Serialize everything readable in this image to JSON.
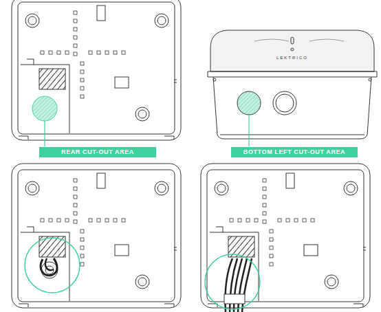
{
  "diagram": {
    "nodes": [
      {
        "text": [
          "REAR CUT-OUT AREA"
        ]
      },
      {
        "text": [
          "BOTTOM LEFT CUT-OUT AREA"
        ]
      }
    ],
    "labels": [
      "LEKTRICO"
    ]
  }
}
